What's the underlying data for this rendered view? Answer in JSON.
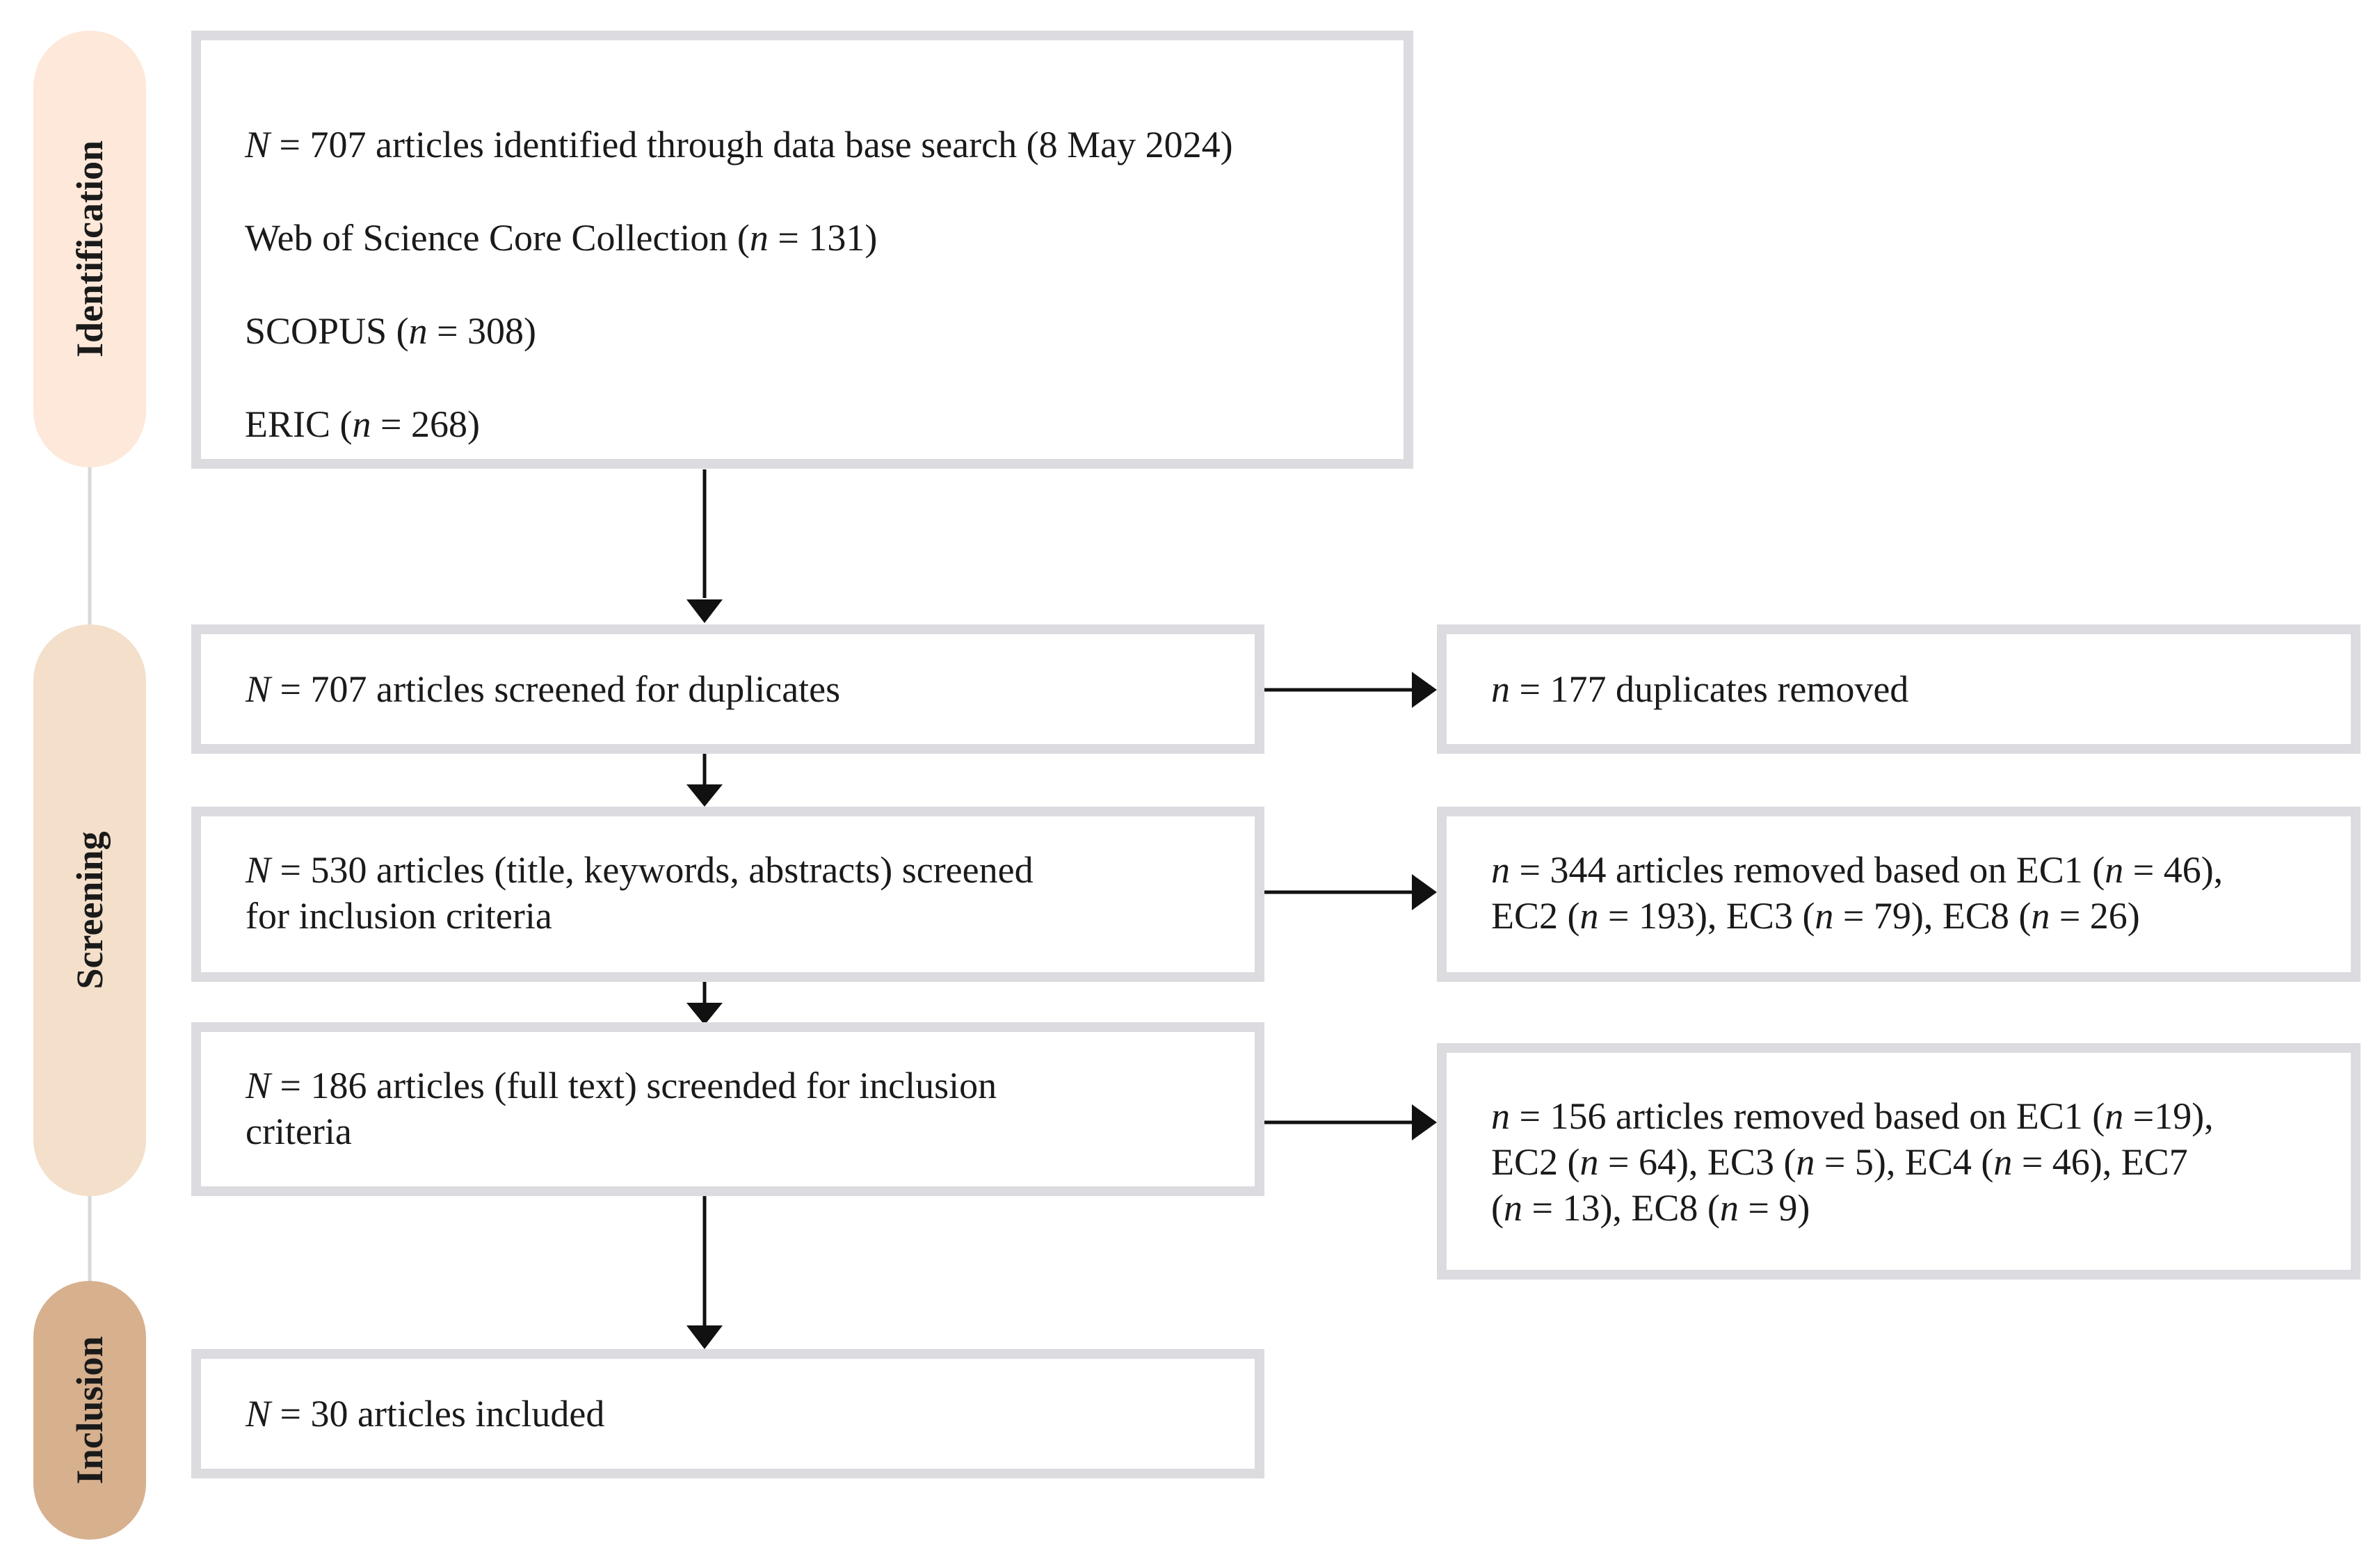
{
  "stages": {
    "identification": "Identification",
    "screening": "Screening",
    "inclusion": "Inclusion"
  },
  "colors": {
    "identification_pill": "#fde8da",
    "screening_pill": "#f3dfca",
    "inclusion_pill": "#d7b08e",
    "box_border": "#dcdbe0",
    "timeline": "#d8d8d8",
    "arrow": "#111111"
  },
  "boxes": {
    "identified": {
      "line1": [
        "N",
        " = 707 articles identified through data base search (8 May 2024)"
      ],
      "line2": [
        "Web of Science Core Collection (",
        "n",
        " = 131)"
      ],
      "line3": [
        "SCOPUS (",
        "n",
        " = 308)"
      ],
      "line4": [
        "ERIC (",
        "n",
        " = 268)"
      ]
    },
    "screened_duplicates": [
      "N",
      " = 707 articles screened for duplicates"
    ],
    "duplicates_removed": [
      "n",
      " = 177 duplicates removed"
    ],
    "screened_abstracts": {
      "line1": [
        "N",
        " = 530 articles (title, keywords, abstracts) screened"
      ],
      "line2": "for inclusion criteria"
    },
    "removed_abstracts": {
      "line1": [
        "n",
        " = 344 articles removed based on EC1 (",
        "n",
        " = 46),"
      ],
      "line2": [
        "EC2 (",
        "n",
        " = 193), EC3 (",
        "n",
        " = 79), EC8 (",
        "n",
        " = 26)"
      ]
    },
    "screened_fulltext": {
      "line1": [
        "N",
        " = 186 articles (full text) screended for inclusion"
      ],
      "line2": "criteria"
    },
    "removed_fulltext": {
      "line1": [
        "n",
        " = 156 articles removed based on EC1 (",
        "n",
        " =19),"
      ],
      "line2": [
        "EC2 (",
        "n",
        " = 64), EC3 (",
        "n",
        " = 5), EC4 (",
        "n",
        " = 46), EC7"
      ],
      "line3": [
        "(",
        "n",
        " = 13), EC8 (",
        "n",
        " = 9)"
      ]
    },
    "included": [
      "N",
      " = 30 articles included"
    ]
  }
}
